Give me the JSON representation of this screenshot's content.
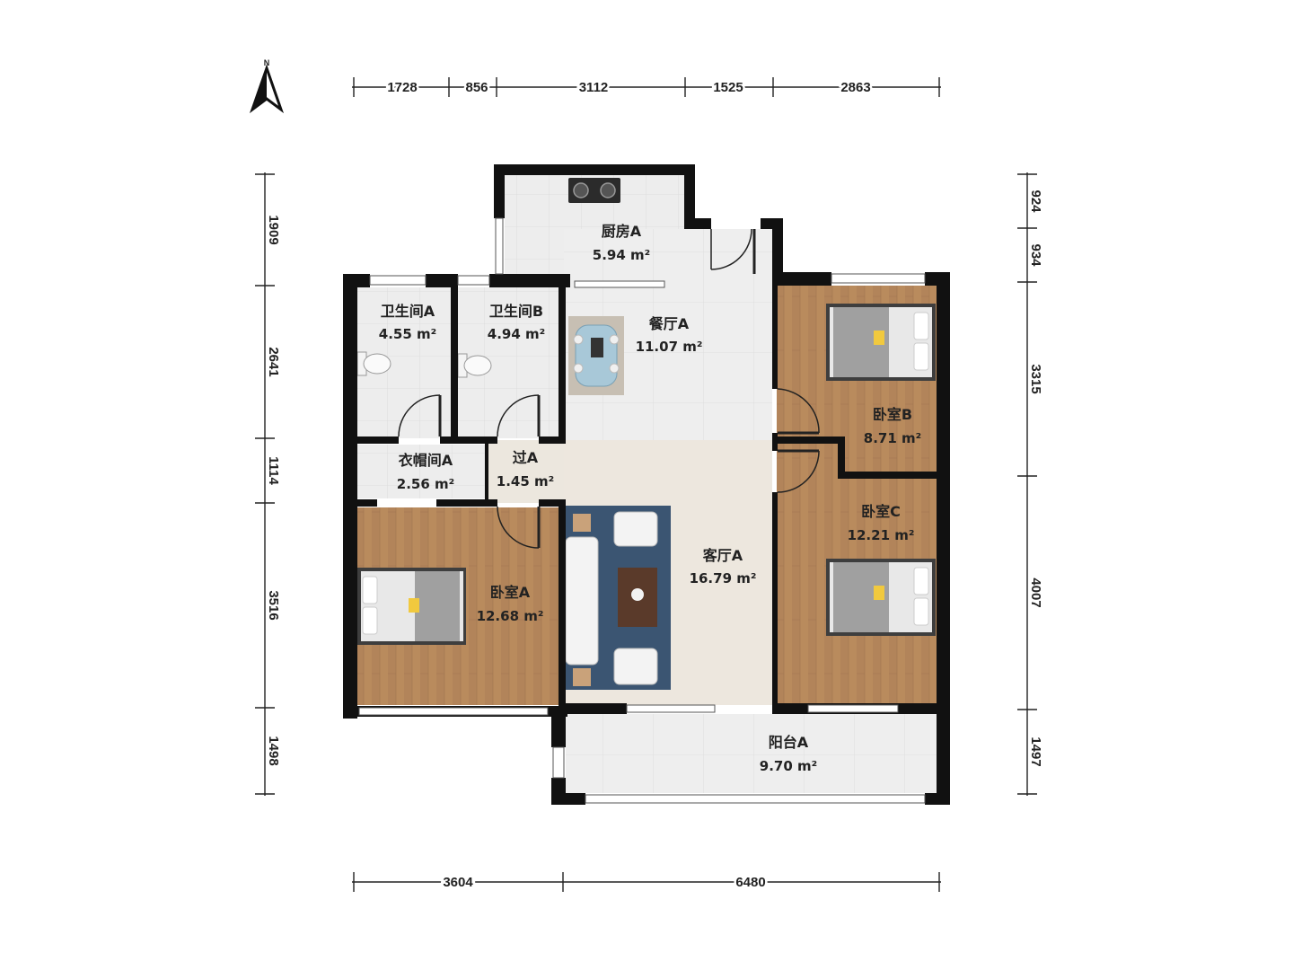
{
  "compass": {
    "label": "N",
    "icon": "north-arrow-icon"
  },
  "dimensions": {
    "top": [
      "1728",
      "856",
      "3112",
      "1525",
      "2863"
    ],
    "bottom": [
      "3604",
      "6480"
    ],
    "left": [
      "1909",
      "2641",
      "1114",
      "3516",
      "1498"
    ],
    "right": [
      "924",
      "934",
      "3315",
      "4007",
      "1497"
    ]
  },
  "rooms": {
    "kitchen": {
      "name": "厨房A",
      "area": "5.94 m²"
    },
    "dining": {
      "name": "餐厅A",
      "area": "11.07 m²"
    },
    "bath_a": {
      "name": "卫生间A",
      "area": "4.55 m²"
    },
    "bath_b": {
      "name": "卫生间B",
      "area": "4.94 m²"
    },
    "cloak": {
      "name": "衣帽间A",
      "area": "2.56 m²"
    },
    "hall": {
      "name": "过A",
      "area": "1.45 m²"
    },
    "living": {
      "name": "客厅A",
      "area": "16.79 m²"
    },
    "bed_a": {
      "name": "卧室A",
      "area": "12.68 m²"
    },
    "bed_b": {
      "name": "卧室B",
      "area": "8.71 m²"
    },
    "bed_c": {
      "name": "卧室C",
      "area": "12.21 m²"
    },
    "balcony": {
      "name": "阳台A",
      "area": "9.70 m²"
    }
  },
  "colors": {
    "wall": "#111111",
    "wood_floor": "#b88a5c",
    "tile_floor": "#ececec",
    "living_floor": "#ede7de",
    "rug": "#3b5572"
  }
}
